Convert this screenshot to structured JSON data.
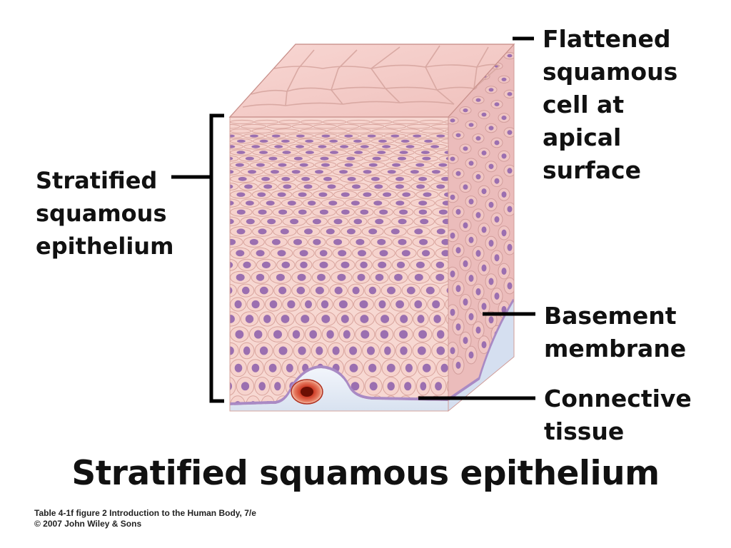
{
  "labels": {
    "stratified": [
      "Stratified",
      "squamous",
      "epithelium"
    ],
    "flattened": [
      "Flattened",
      "squamous",
      "cell at",
      "apical",
      "surface"
    ],
    "basement": [
      "Basement",
      "membrane"
    ],
    "connective": [
      "Connective",
      "tissue"
    ]
  },
  "title": "Stratified squamous epithelium",
  "credit": {
    "line1": "Table 4-1f figure 2  Introduction to the Human Body, 7/e",
    "line2": "© 2007 John Wiley & Sons"
  },
  "colors": {
    "cell_fill": "#f6d3cd",
    "cell_outline": "#d9a59e",
    "nucleus": "#9b6fb0",
    "top_face": "#f4cbc6",
    "side_face": "#e9b8b7",
    "basement_membrane": "#a98ac4",
    "connective_tissue": "#e4ebf5",
    "blood_vessel": "#c0321f",
    "leader_line": "#000000"
  },
  "icons": {
    "tissue_block": "stratified-squamous-tissue-block-illustration",
    "blood_vessel": "blood-vessel-cross-section"
  }
}
